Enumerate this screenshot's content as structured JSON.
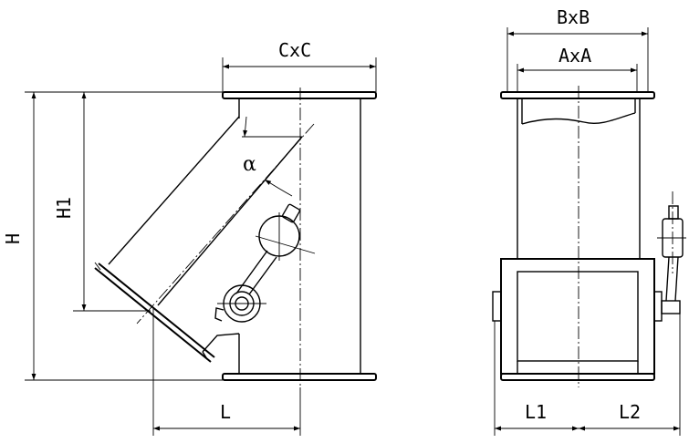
{
  "labels": {
    "cxc": "CxC",
    "h": "H",
    "h1": "H1",
    "alpha": "α",
    "l": "L",
    "bxb": "BxB",
    "axa": "AxA",
    "l1": "L1",
    "l2": "L2"
  }
}
